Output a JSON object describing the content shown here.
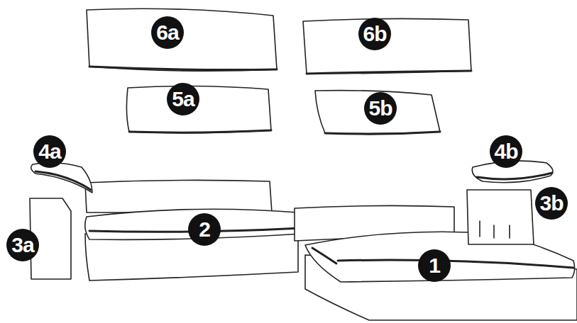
{
  "diagram": {
    "labels": [
      "6a",
      "6b",
      "5a",
      "5b",
      "4a",
      "4b",
      "3a",
      "3b",
      "2",
      "1"
    ]
  }
}
